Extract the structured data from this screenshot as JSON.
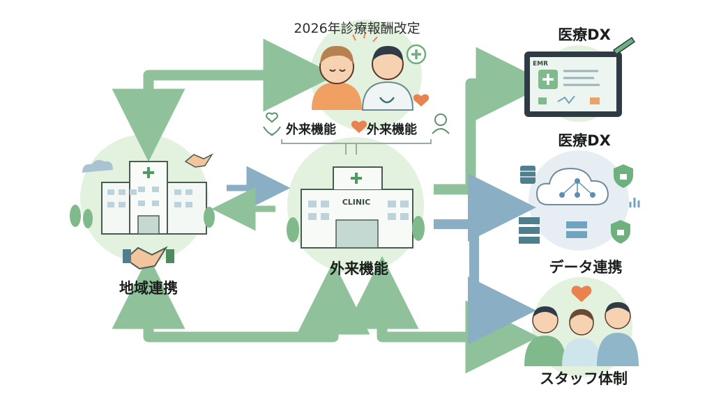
{
  "title": "2026年診療報酬改定",
  "labels": {
    "outpatient_left": "外来機能",
    "outpatient_right": "外来機能",
    "regional_cooperation": "地域連携",
    "outpatient_center": "外来機能",
    "medical_dx_top": "医療DX",
    "medical_dx_middle": "医療DX",
    "data_cooperation": "データ連携",
    "staff_structure": "スタッフ体制"
  },
  "signage": {
    "clinic_sign": "CLINIC",
    "emr_tablet": "EMR"
  },
  "colors": {
    "arrow_green": "#8fc29a",
    "arrow_blue": "#8aaec4",
    "bubble_green": "#e3f1df",
    "accent_green": "#4f9a63",
    "heart": "#e8834f"
  }
}
